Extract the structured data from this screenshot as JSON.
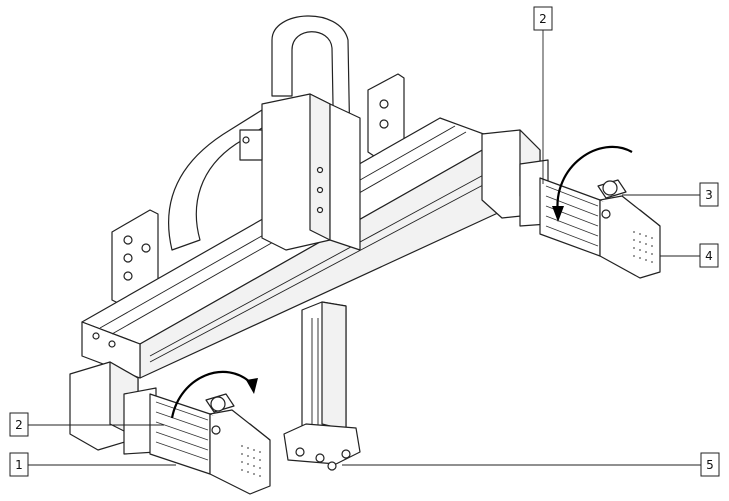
{
  "callouts": [
    {
      "id": "callout-2-right",
      "label": "2"
    },
    {
      "id": "callout-3",
      "label": "3"
    },
    {
      "id": "callout-4",
      "label": "4"
    },
    {
      "id": "callout-2-left",
      "label": "2"
    },
    {
      "id": "callout-1",
      "label": "1"
    },
    {
      "id": "callout-5",
      "label": "5"
    }
  ]
}
